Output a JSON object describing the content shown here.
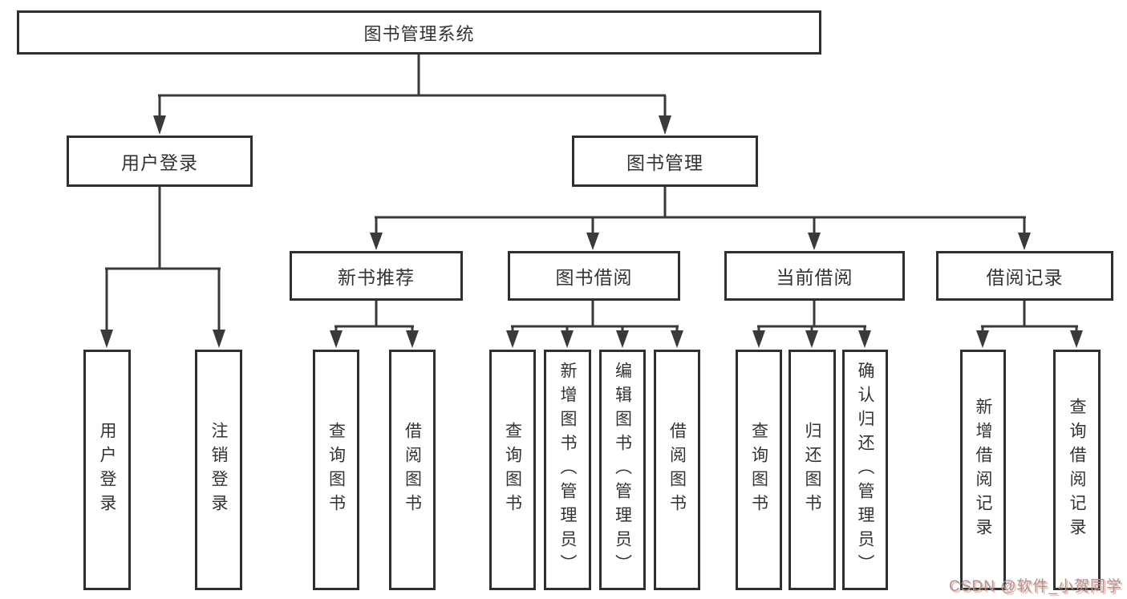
{
  "tree": {
    "label": "图书管理系统",
    "children": [
      {
        "label": "用户登录",
        "children": [
          {
            "label": "用户登录"
          },
          {
            "label": "注销登录"
          }
        ]
      },
      {
        "label": "图书管理",
        "children": [
          {
            "label": "新书推荐",
            "children": [
              {
                "label": "查询图书"
              },
              {
                "label": "借阅图书"
              }
            ]
          },
          {
            "label": "图书借阅",
            "children": [
              {
                "label": "查询图书"
              },
              {
                "label": "新增图书（管理员）"
              },
              {
                "label": "编辑图书（管理员）"
              },
              {
                "label": "借阅图书"
              }
            ]
          },
          {
            "label": "当前借阅",
            "children": [
              {
                "label": "查询图书"
              },
              {
                "label": "归还图书"
              },
              {
                "label": "确认归还（管理员）"
              }
            ]
          },
          {
            "label": "借阅记录",
            "children": [
              {
                "label": "新增借阅记录"
              },
              {
                "label": "查询借阅记录"
              }
            ]
          }
        ]
      }
    ]
  },
  "watermark": {
    "text": "CSDN @软件_小贺同学"
  },
  "colors": {
    "line": "#3a3a3a",
    "box_border": "#2f2f2f",
    "text": "#333333",
    "watermark_text": "#9c9c9c",
    "watermark_shadow": "#f4624f"
  }
}
